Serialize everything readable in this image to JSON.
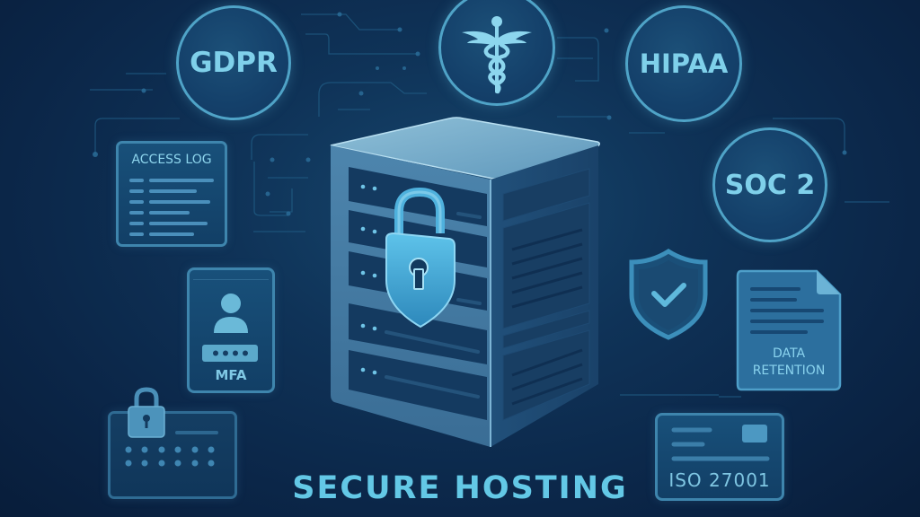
{
  "title": "SECURE HOSTING",
  "badges": {
    "gdpr": "GDPR",
    "hipaa": "HIPAA",
    "soc2": "SOC 2",
    "medical_icon": "caduceus-icon"
  },
  "cards": {
    "access_log": {
      "label": "ACCESS LOG",
      "icon": "list-lines-icon"
    },
    "mfa": {
      "label": "MFA",
      "icon": "user-password-icon"
    },
    "keypad": {
      "icon": "lock-keypad-icon"
    },
    "shield": {
      "icon": "shield-check-icon"
    },
    "data_retention": {
      "line1": "DATA",
      "line2": "RETENTION",
      "icon": "document-icon"
    },
    "iso": {
      "label": "ISO 27001",
      "icon": "certificate-card-icon"
    }
  },
  "server": {
    "icon": "server-lock-icon"
  },
  "colors": {
    "background": "#0b2648",
    "accent": "#63c8e6",
    "border": "#4fa3c7"
  }
}
